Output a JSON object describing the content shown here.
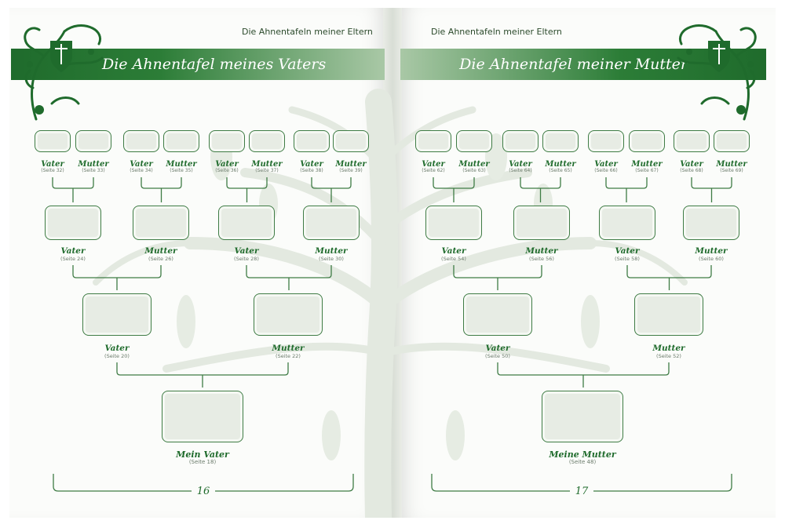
{
  "left_page": {
    "running_head": "Die Ahnentafeln meiner Eltern",
    "title": "Die Ahnentafel meines Vaters",
    "page_number": "16",
    "gen4": [
      {
        "name": "Vater",
        "ref": "(Seite 32)"
      },
      {
        "name": "Mutter",
        "ref": "(Seite 33)"
      },
      {
        "name": "Vater",
        "ref": "(Seite 34)"
      },
      {
        "name": "Mutter",
        "ref": "(Seite 35)"
      },
      {
        "name": "Vater",
        "ref": "(Seite 36)"
      },
      {
        "name": "Mutter",
        "ref": "(Seite 37)"
      },
      {
        "name": "Vater",
        "ref": "(Seite 38)"
      },
      {
        "name": "Mutter",
        "ref": "(Seite 39)"
      }
    ],
    "gen3": [
      {
        "name": "Vater",
        "ref": "(Seite 24)"
      },
      {
        "name": "Mutter",
        "ref": "(Seite 26)"
      },
      {
        "name": "Vater",
        "ref": "(Seite 28)"
      },
      {
        "name": "Mutter",
        "ref": "(Seite 30)"
      }
    ],
    "gen2": [
      {
        "name": "Vater",
        "ref": "(Seite 20)"
      },
      {
        "name": "Mutter",
        "ref": "(Seite 22)"
      }
    ],
    "gen1": {
      "name": "Mein Vater",
      "ref": "(Seite 18)"
    }
  },
  "right_page": {
    "running_head": "Die Ahnentafeln meiner Eltern",
    "title": "Die Ahnentafel meiner Mutter",
    "page_number": "17",
    "gen4": [
      {
        "name": "Vater",
        "ref": "(Seite 62)"
      },
      {
        "name": "Mutter",
        "ref": "(Seite 63)"
      },
      {
        "name": "Vater",
        "ref": "(Seite 64)"
      },
      {
        "name": "Mutter",
        "ref": "(Seite 65)"
      },
      {
        "name": "Vater",
        "ref": "(Seite 66)"
      },
      {
        "name": "Mutter",
        "ref": "(Seite 67)"
      },
      {
        "name": "Vater",
        "ref": "(Seite 68)"
      },
      {
        "name": "Mutter",
        "ref": "(Seite 69)"
      }
    ],
    "gen3": [
      {
        "name": "Vater",
        "ref": "(Seite 54)"
      },
      {
        "name": "Mutter",
        "ref": "(Seite 56)"
      },
      {
        "name": "Vater",
        "ref": "(Seite 58)"
      },
      {
        "name": "Mutter",
        "ref": "(Seite 60)"
      }
    ],
    "gen2": [
      {
        "name": "Vater",
        "ref": "(Seite 50)"
      },
      {
        "name": "Mutter",
        "ref": "(Seite 52)"
      }
    ],
    "gen1": {
      "name": "Meine Mutter",
      "ref": "(Seite 48)"
    }
  },
  "colors": {
    "accent": "#1f6b2c",
    "box_fill": "#e7ece4",
    "box_border": "#3f7c45",
    "tree_silhouette": "#e3e9e0"
  },
  "icons": {
    "corner_ornament": "floral-crest-ornament",
    "background": "family-tree-silhouette"
  }
}
